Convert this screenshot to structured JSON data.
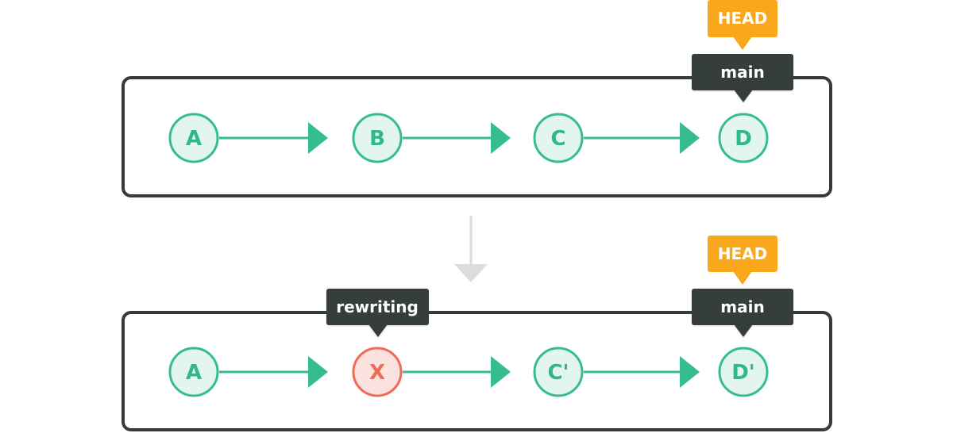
{
  "colors": {
    "box_border": "#343c3e",
    "commit_fill": "#e3f6ee",
    "commit_stroke": "#36bd8f",
    "commit_text": "#2fb888",
    "arrow": "#36bd8f",
    "removed_fill": "#fbe2de",
    "removed_stroke": "#ee6b55",
    "removed_text": "#ee6b55",
    "head_tag": "#f9a81b",
    "branch_tag": "#343c3e",
    "transition_arrow": "#dcdcdc"
  },
  "top": {
    "commits": [
      "A",
      "B",
      "C",
      "D"
    ],
    "branch_label": "main",
    "head_label": "HEAD"
  },
  "bottom": {
    "commits": [
      "A",
      "X",
      "C'",
      "D'"
    ],
    "removed_commit": "X",
    "rewrite_label": "rewriting",
    "branch_label": "main",
    "head_label": "HEAD"
  }
}
